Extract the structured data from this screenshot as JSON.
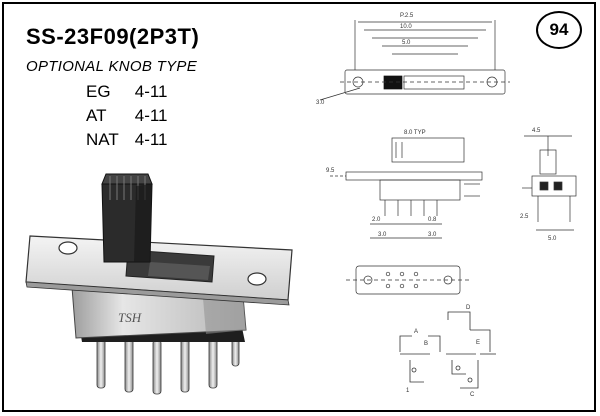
{
  "header": {
    "title": "SS-23F09(2P3T)",
    "subtitle": "OPTIONAL KNOB TYPE"
  },
  "knob_types": [
    {
      "code": "EG",
      "range": "4-11"
    },
    {
      "code": "AT",
      "range": "4-11"
    },
    {
      "code": "NAT",
      "range": "4-11"
    }
  ],
  "page_number": "94",
  "product_marking": "TSH",
  "colors": {
    "ink": "#000000",
    "metal_light": "#ebebeb",
    "metal_mid": "#bdbdbd",
    "metal_dark": "#7a7a7a",
    "knob": "#2b2b2b"
  }
}
